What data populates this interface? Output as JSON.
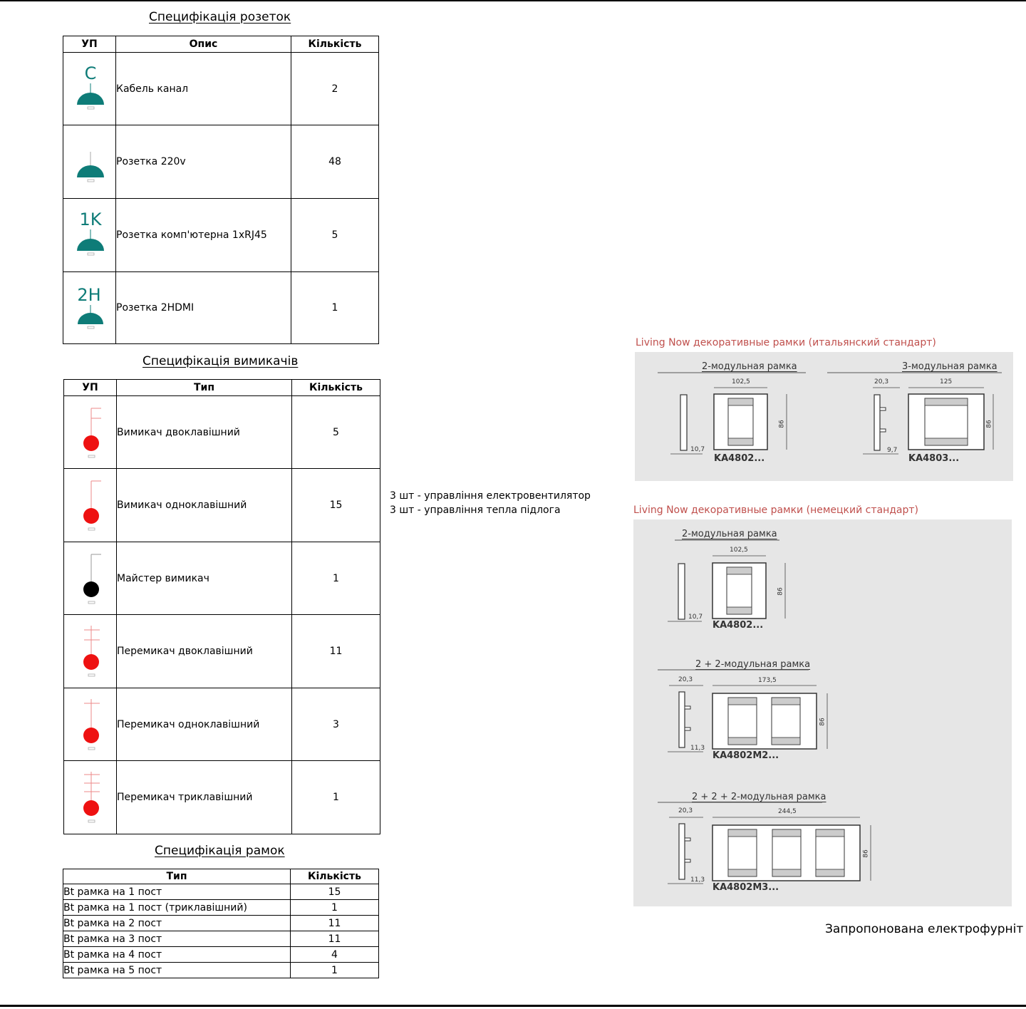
{
  "sockets": {
    "title": "Специфікація розеток",
    "headers": {
      "symbol": "УП",
      "desc": "Опис",
      "qty": "Кількість"
    },
    "rows": [
      {
        "code": "C",
        "desc": "Кабель канал",
        "qty": "2"
      },
      {
        "code": "",
        "desc": "Розетка 220v",
        "qty": "48"
      },
      {
        "code": "1K",
        "desc": "Розетка комп'ютерна 1xRJ45",
        "qty": "5"
      },
      {
        "code": "2H",
        "desc": "Розетка 2HDMI",
        "qty": "1"
      }
    ],
    "color": "#0e7c78"
  },
  "switches": {
    "title": "Специфікація вимикачів",
    "headers": {
      "symbol": "УП",
      "type": "Тип",
      "qty": "Кількість"
    },
    "rows": [
      {
        "desc": "Вимикач двоклавішний",
        "qty": "5",
        "color": "#ee1111"
      },
      {
        "desc": "Вимикач одноклавішний",
        "qty": "15",
        "color": "#ee1111"
      },
      {
        "desc": "Майстер вимикач",
        "qty": "1",
        "color": "#000000"
      },
      {
        "desc": "Перемикач двоклавішний",
        "qty": "11",
        "color": "#ee1111"
      },
      {
        "desc": "Перемикач одноклавішний",
        "qty": "3",
        "color": "#ee1111"
      },
      {
        "desc": "Перемикач триклавішний",
        "qty": "1",
        "color": "#ee1111"
      }
    ],
    "note_lines": [
      "3 шт - управління електровентилятор",
      "3 шт - управління тепла підлога"
    ]
  },
  "frames": {
    "title": "Специфікація рамок",
    "headers": {
      "type": "Тип",
      "qty": "Кількість"
    },
    "rows": [
      {
        "type": "Bt рамка на 1 пост",
        "qty": "15"
      },
      {
        "type": "Bt рамка на 1 пост (триклавішний)",
        "qty": "1"
      },
      {
        "type": "Bt рамка на 2 пост",
        "qty": "11"
      },
      {
        "type": "Bt рамка на 3 пост",
        "qty": "11"
      },
      {
        "type": "Bt рамка на 4 пост",
        "qty": "4"
      },
      {
        "type": "Bt рамка на 5 пост",
        "qty": "1"
      }
    ]
  },
  "catalog": {
    "italian": {
      "title": "Living Now декоративные рамки (итальянский стандарт)",
      "items": [
        {
          "label": "2-модульная рамка",
          "width": "102,5",
          "depth": "10,7",
          "height": "86",
          "code": "KA4802..."
        },
        {
          "label": "3-модульная рамка",
          "width": "125",
          "offset": "20,3",
          "depth": "9,7",
          "height": "86",
          "code": "KA4803..."
        }
      ]
    },
    "german": {
      "title": "Living Now декоративные рамки (немецкий стандарт)",
      "items": [
        {
          "label": "2-модульная рамка",
          "width": "102,5",
          "depth": "10,7",
          "height": "86",
          "code": "KA4802..."
        },
        {
          "label": "2 + 2-модульная рамка",
          "width": "173,5",
          "offset": "20,3",
          "depth": "11,3",
          "height": "86",
          "code": "KA4802M2..."
        },
        {
          "label": "2 + 2 + 2-модульная рамка",
          "width": "244,5",
          "offset": "20,3",
          "depth": "11,3",
          "height": "86",
          "code": "KA4802M3..."
        }
      ]
    },
    "footer": "Запропонована електрофурніт"
  }
}
